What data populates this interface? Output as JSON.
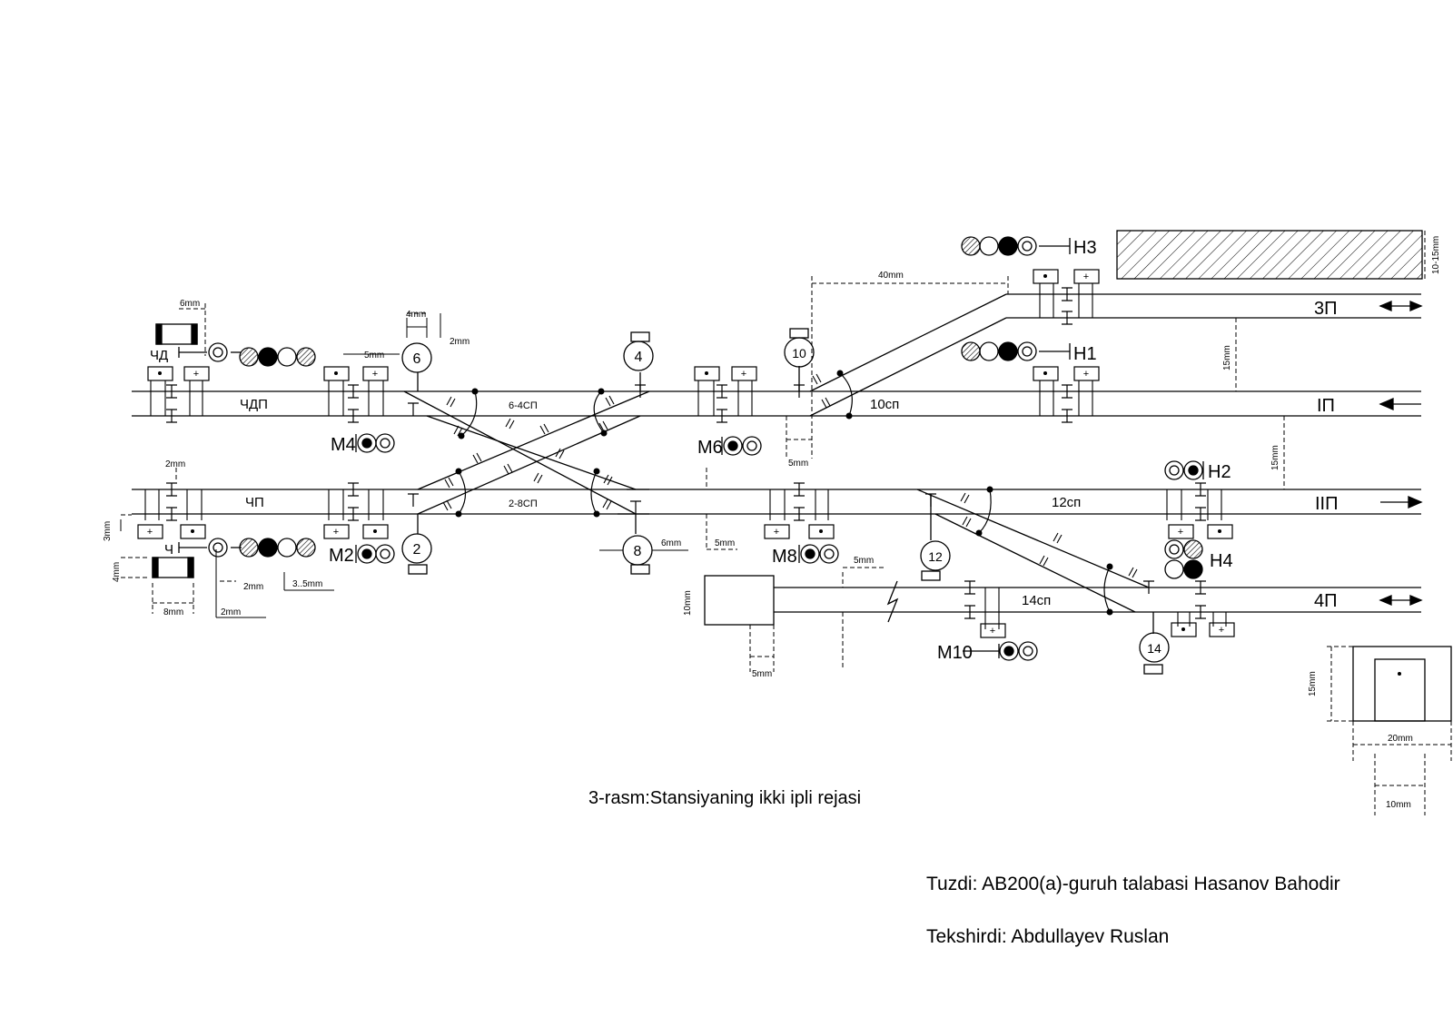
{
  "caption": "3-rasm:Stansiyaning ikki ipli rejasi",
  "credits": {
    "author": "Tuzdi: AB200(a)-guruh talabasi Hasanov Bahodir",
    "checker": "Tekshirdi: Abdullayev Ruslan"
  },
  "tracks": {
    "t3": "3П",
    "t1": "IП",
    "t2": "IIП",
    "t4": "4П"
  },
  "sections": {
    "chdp": "ЧДП",
    "chp": "ЧП",
    "s64": "6-4СП",
    "s28": "2-8СП",
    "s10": "10сп",
    "s12": "12сп",
    "s14": "14сп"
  },
  "signals": {
    "chd": "ЧД",
    "ch": "Ч",
    "h1": "H1",
    "h2": "H2",
    "h3": "H3",
    "h4": "H4",
    "m2": "M2",
    "m4": "M4",
    "m6": "M6",
    "m8": "M8",
    "m10": "M10"
  },
  "switches": {
    "s2": "2",
    "s4": "4",
    "s6": "6",
    "s8": "8",
    "s10": "10",
    "s12": "12",
    "s14": "14"
  },
  "dimensions": {
    "d_6mm_top": "6mm",
    "d_4mm_top": "4mm",
    "d_2mm_top": "2mm",
    "d_5mm_sig": "5mm",
    "d_40mm": "40mm",
    "d_1015mm": "10-15mm",
    "d_15mm_a": "15mm",
    "d_15mm_b": "15mm",
    "d_5mm_sw10": "5mm",
    "d_2mm_left": "2mm",
    "d_3mm_left": "3mm",
    "d_4mm_left": "4mm",
    "d_8mm": "8mm",
    "d_2mm_a": "2mm",
    "d_2mm_b": "2mm",
    "d_35mm": "3..5mm",
    "d_6mm_sw8": "6mm",
    "d_5mm_mid": "5mm",
    "d_5mm_dead": "5mm",
    "d_10mm_dead": "10mm",
    "d_5mm_bottom": "5mm",
    "d_15mm_box": "15mm",
    "d_20mm": "20mm",
    "d_10mm_box": "10mm"
  },
  "colors": {
    "line": "#000000",
    "background": "#ffffff"
  },
  "icons": {
    "signal_aspect": "circle-lamp",
    "track_circuit_box": "relay-box",
    "direction": "arrow-icon"
  }
}
